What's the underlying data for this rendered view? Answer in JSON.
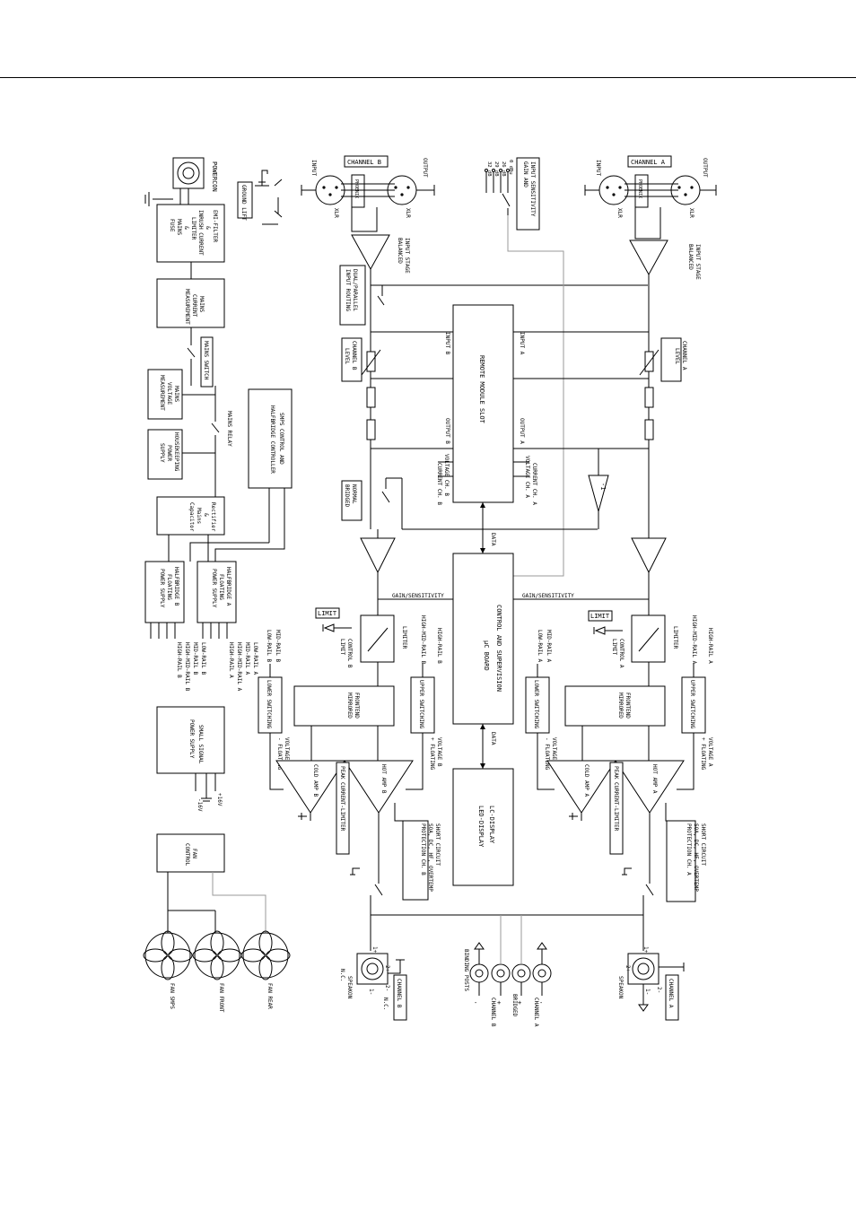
{
  "labels": {
    "powercon": "POWERCON",
    "ground_lift": "GROUND LIFT",
    "emi_filter": [
      "EMI-FILTER",
      "&",
      "INRUSH CURRENT",
      "LIMITER",
      "&",
      "MAINS",
      "FUSE"
    ],
    "mains_current": [
      "MAINS",
      "CURRENT",
      "MEASUREMENT"
    ],
    "mains_switch": "MAINS SWITCH",
    "mains_voltage": [
      "MAINS",
      "VOLTAGE",
      "MEASUREMENT"
    ],
    "housekeeping": [
      "HOUSEKEEPING",
      "POWER",
      "SUPPLY"
    ],
    "mains_relay": "MAINS RELAY",
    "smps_control": [
      "SMPS CONTROL AND",
      "HALFBRIDGE CONTROLLER"
    ],
    "rectifier": [
      "Rectifier",
      "&",
      "Mains",
      "Capacitor"
    ],
    "halfbridge_a": [
      "HALFBRIDGE A",
      "FLOATING",
      "POWER SUPPLY"
    ],
    "halfbridge_b": [
      "HALFBRIDGE B",
      "FLOATING",
      "POWER SUPPLY"
    ],
    "rails_a": [
      "HIGH-RAIL  A",
      "HIGH-MID-RAIL A",
      "MID-RAIL  A",
      "LOW-RAIL  A"
    ],
    "rails_b": [
      "HIGH-RAIL  B",
      "HIGH-MID-RAIL B",
      "MID-RAIL  B",
      "LOW-RAIL  B"
    ],
    "small_signal": [
      "SMALL SIGNAL",
      "POWER SUPPLY"
    ],
    "plus16": "+16V",
    "minus16": "-16V",
    "fan_control": [
      "FAN",
      "CONTROL"
    ],
    "fan_smps": "FAN SMPS",
    "fan_front": "FAN FRONT",
    "fan_rear": "FAN REAR",
    "channel_b": "CHANNEL B",
    "channel_a": "CHANNEL A",
    "input": "INPUT",
    "output": "OUTPUT",
    "xlr": "XLR",
    "balanced_input": [
      "BALANCED",
      "INPUT STAGE"
    ],
    "gain_sensitivity": [
      "GAIN AND",
      "INPUT SENSITIVITY"
    ],
    "gain_values": [
      "0 dBu",
      "26 dB",
      "29 dB",
      "32 dB"
    ],
    "input_routing": [
      "INPUT ROUTING",
      "DUAL/PARALLEL"
    ],
    "level_b": [
      "LEVEL",
      "CHANNEL B"
    ],
    "level_a": [
      "LEVEL",
      "CHANNEL A"
    ],
    "remote_module": "REMOTE MODULE SLOT",
    "input_b": "INPUT B",
    "output_b": "OUTPUT B",
    "input_a": "INPUT A",
    "output_a": "OUTPUT A",
    "current_b": "CURRENT CH. B",
    "voltage_b": "VOLTAGE CH. B",
    "current_a": "CURRENT CH. A",
    "voltage_a": "VOLTAGE CH. A",
    "bridged_normal": [
      "BRIDGED",
      "NORMAL"
    ],
    "minus_one": "-1",
    "data": "DATA",
    "uc_board": [
      "µC BOARD",
      "CONTROL AND SUPERVISION"
    ],
    "gain_sens_line": "GAIN/SENSITIVITY",
    "limit": "LIMIT",
    "limiter": "LIMITER",
    "limit_control_b": [
      "LIMIT",
      "CONTROL B"
    ],
    "limit_control_a": [
      "LIMIT",
      "CONTROL A"
    ],
    "high_rail_b": "HIGH-RAIL B",
    "high_mid_rail_b": "HIGH-MID-RAIL B",
    "mid_rail_b": "MID-RAIL B",
    "low_rail_b": "LOW-RAIL B",
    "high_rail_a": "HIGH-RAIL A",
    "high_mid_rail_a": "HIGH-MID-RAIL A",
    "mid_rail_a": "MID-RAIL A",
    "low_rail_a": "LOW-RAIL A",
    "mirrored_frontend": [
      "MIRRORED",
      "FRONTEND"
    ],
    "lower_switching": "LOWER SWITCHING",
    "upper_switching": "UPPER SWITCHING",
    "floating_b_lower": [
      "- FLOATING",
      "VOLTAGE B"
    ],
    "floating_b_upper": [
      "+ FLOATING",
      "VOLTAGE B"
    ],
    "floating_a_lower": [
      "- FLOATING",
      "VOLTAGE A"
    ],
    "floating_a_upper": [
      "+ FLOATING",
      "VOLTAGE A"
    ],
    "cold_amp_b": "COLD AMP B",
    "hot_amp_b": "HOT AMP B",
    "cold_amp_a": "COLD AMP A",
    "hot_amp_a": "HOT AMP A",
    "peak_current": "PEAK CURRENT-LIMITER",
    "protection_b": [
      "PROTECTION CH. B",
      "SOA, DC, HF, OVERTEMP",
      "SHORT CIRCUIT"
    ],
    "protection_a": [
      "PROTECTION CH. A",
      "SOA, DC, HF, OVERTEMP",
      "SHORT CIRCUIT"
    ],
    "led_display": [
      "LED-DISPLAY",
      "LC-DISPLAY"
    ],
    "speakon": "SPEAKON",
    "nc": "N.C.",
    "binding_posts": "BINDING POSTS",
    "binding_ch_b": "CHANNEL B",
    "binding_bridged": "BRIDGED",
    "binding_ch_a": "CHANNEL A",
    "plus": "+",
    "minus": "-",
    "pin1p": "1+",
    "pin1m": "1-",
    "pin2p": "2+",
    "pin2m": "2-"
  }
}
